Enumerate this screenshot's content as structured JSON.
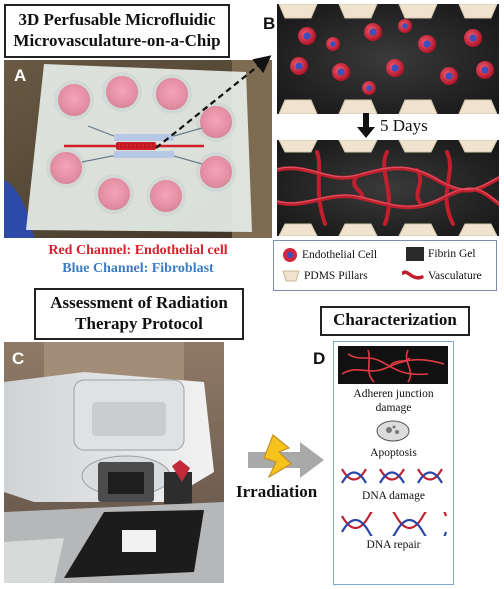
{
  "titles": {
    "top_left": [
      "3D Perfusable Microfluidic",
      "Microvasculature-on-a-Chip"
    ],
    "assessment": [
      "Assessment of Radiation",
      "Therapy Protocol"
    ],
    "characterization": "Characterization"
  },
  "panel_labels": {
    "a": "A",
    "b": "B",
    "c": "C",
    "d": "D"
  },
  "channels": {
    "red": "Red Channel: Endothelial cell",
    "blue": "Blue Channel: Fibroblast"
  },
  "timeline": "5 Days",
  "legend": {
    "endothelial": "Endothelial Cell",
    "fibrin": "Fibrin Gel",
    "pdms": "PDMS Pillars",
    "vasculature": "Vasculature"
  },
  "irradiation": "Irradiation",
  "characterization_items": [
    {
      "label": [
        "Adheren junction",
        "damage"
      ],
      "icon": "vascular-network-icon"
    },
    {
      "label": [
        "Apoptosis"
      ],
      "icon": "apoptotic-cell-icon"
    },
    {
      "label": [
        "DNA damage"
      ],
      "icon": "broken-dna-icon"
    },
    {
      "label": [
        "DNA repair"
      ],
      "icon": "dna-helix-icon"
    }
  ],
  "colors": {
    "red_channel_text": "#d6202a",
    "blue_channel_text": "#3a7cc7",
    "vessel_red": "#c0202e",
    "fibrin_dark": "#2a2a2a",
    "pdms_beige": "#efe3cf",
    "bolt_yellow": "#f6c21c",
    "arrow_gray": "#a9a9a9"
  }
}
